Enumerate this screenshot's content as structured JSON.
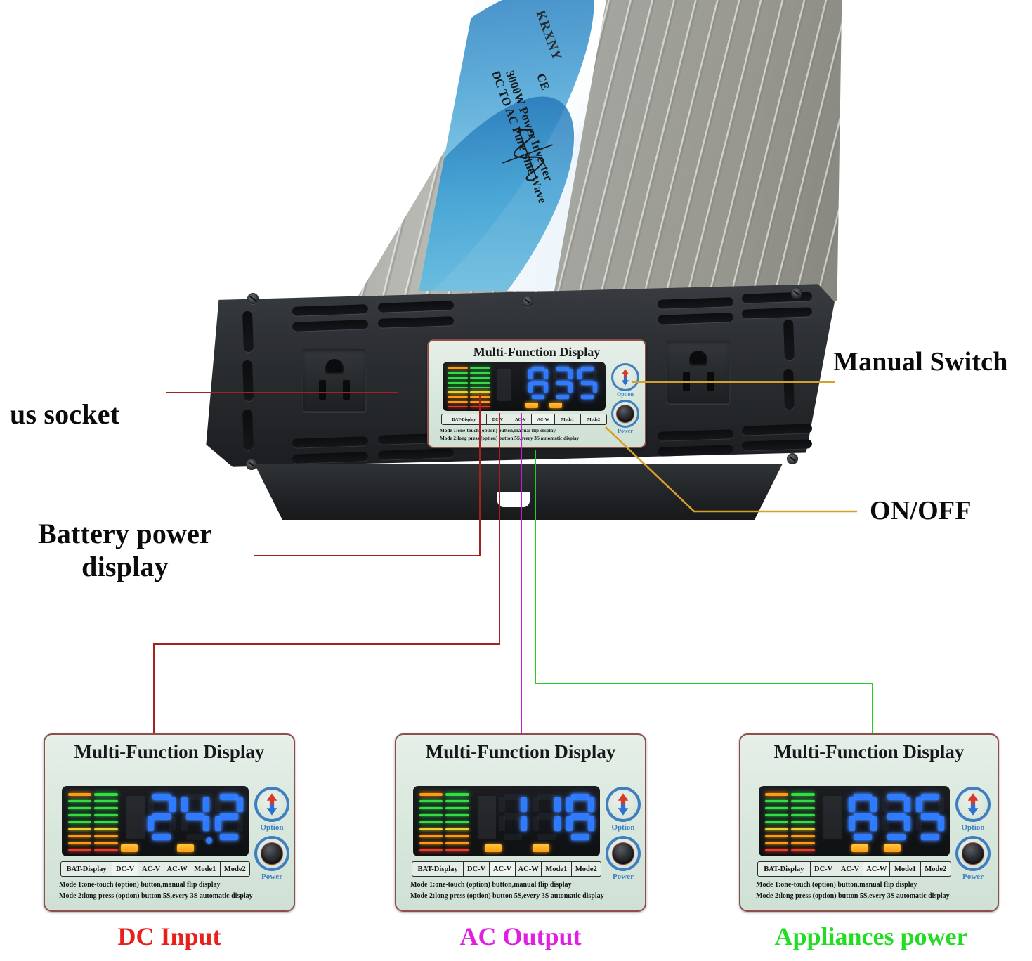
{
  "product": {
    "brand": "KRXNY",
    "certification": "CE",
    "title_line1": "3000W Power Inverter",
    "title_line2": "DC TO AC Pure Sine Wave",
    "sine_icon": "sine-wave-icon"
  },
  "annotations": [
    {
      "id": "us-socket",
      "label": "us socket",
      "color": "#a81f1f"
    },
    {
      "id": "battery-power",
      "label_line1": "Battery  power",
      "label_line2": "display",
      "color": "#a81f1f"
    },
    {
      "id": "manual-switch",
      "label": "Manual Switch",
      "color": "#d4a02a"
    },
    {
      "id": "on-off",
      "label": "ON/OFF",
      "color": "#d4a02a"
    }
  ],
  "panel_common": {
    "title": "Multi-Function Display",
    "labels": [
      "BAT-Display",
      "DC-V",
      "AC-V",
      "AC-W",
      "Mode1",
      "Mode2"
    ],
    "mode_line1": "Mode 1:one-touch (option) button,manual flip display",
    "mode_line2": "Mode 2:long press (option) button 5S,every 3S automatic display",
    "option_label": "Option",
    "power_label": "Power",
    "option_icon": "up-down-arrow-icon",
    "power_icon": "power-button-icon"
  },
  "main_panel": {
    "reading": "835",
    "active_label": "AC-W",
    "unit_leds": 2
  },
  "bottom_panels": [
    {
      "id": "dc-input",
      "caption": "DC Input",
      "caption_color": "#e8201c",
      "reading": "24.2",
      "has_decimal": true,
      "active_label": "DC-V",
      "leader_color": "#a81f1f"
    },
    {
      "id": "ac-output",
      "caption": "AC Output",
      "caption_color": "#e020e0",
      "reading": "118",
      "has_decimal": false,
      "active_label": "AC-V",
      "leader_color": "#c020d0"
    },
    {
      "id": "appliances-power",
      "caption": "Appliances power",
      "caption_color": "#22dd22",
      "reading": "835",
      "has_decimal": false,
      "active_label": "AC-W",
      "leader_color": "#22cc22"
    }
  ],
  "colors": {
    "red_leader": "#a81f1f",
    "gold_leader": "#d4a02a",
    "magenta_leader": "#c020d0",
    "green_leader": "#22cc22",
    "lcd_digit": "#2f7bff",
    "bar_green": "#33dd44",
    "bar_yellow": "#e8d32a",
    "bar_orange": "#ff9a12",
    "bar_red": "#ef3b25"
  }
}
